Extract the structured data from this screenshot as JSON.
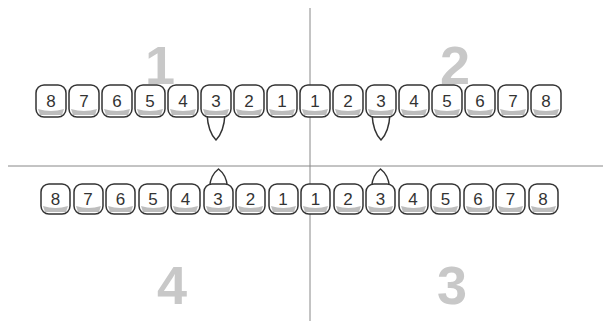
{
  "diagram": {
    "nodes": [
      {
        "text": [
          "8"
        ]
      },
      {
        "text": [
          "7"
        ]
      },
      {
        "text": [
          "6"
        ]
      },
      {
        "text": [
          "5"
        ]
      },
      {
        "text": [
          "4"
        ]
      },
      {
        "text": [
          "3"
        ]
      },
      {
        "text": [
          "2"
        ]
      },
      {
        "text": [
          "1"
        ]
      },
      {
        "text": [
          "1"
        ]
      },
      {
        "text": [
          "2"
        ]
      },
      {
        "text": [
          "3"
        ]
      },
      {
        "text": [
          "4"
        ]
      },
      {
        "text": [
          "5"
        ]
      },
      {
        "text": [
          "6"
        ]
      },
      {
        "text": [
          "7"
        ]
      },
      {
        "text": [
          "8"
        ]
      },
      {
        "text": [
          "8"
        ]
      },
      {
        "text": [
          "7"
        ]
      },
      {
        "text": [
          "6"
        ]
      },
      {
        "text": [
          "5"
        ]
      },
      {
        "text": [
          "4"
        ]
      },
      {
        "text": [
          "3"
        ]
      },
      {
        "text": [
          "2"
        ]
      },
      {
        "text": [
          "1"
        ]
      },
      {
        "text": [
          "1"
        ]
      },
      {
        "text": [
          "2"
        ]
      },
      {
        "text": [
          "3"
        ]
      },
      {
        "text": [
          "4"
        ]
      },
      {
        "text": [
          "5"
        ]
      },
      {
        "text": [
          "6"
        ]
      },
      {
        "text": [
          "7"
        ]
      },
      {
        "text": [
          "8"
        ]
      }
    ],
    "labels": [
      "1",
      "2",
      "4",
      "3"
    ]
  }
}
